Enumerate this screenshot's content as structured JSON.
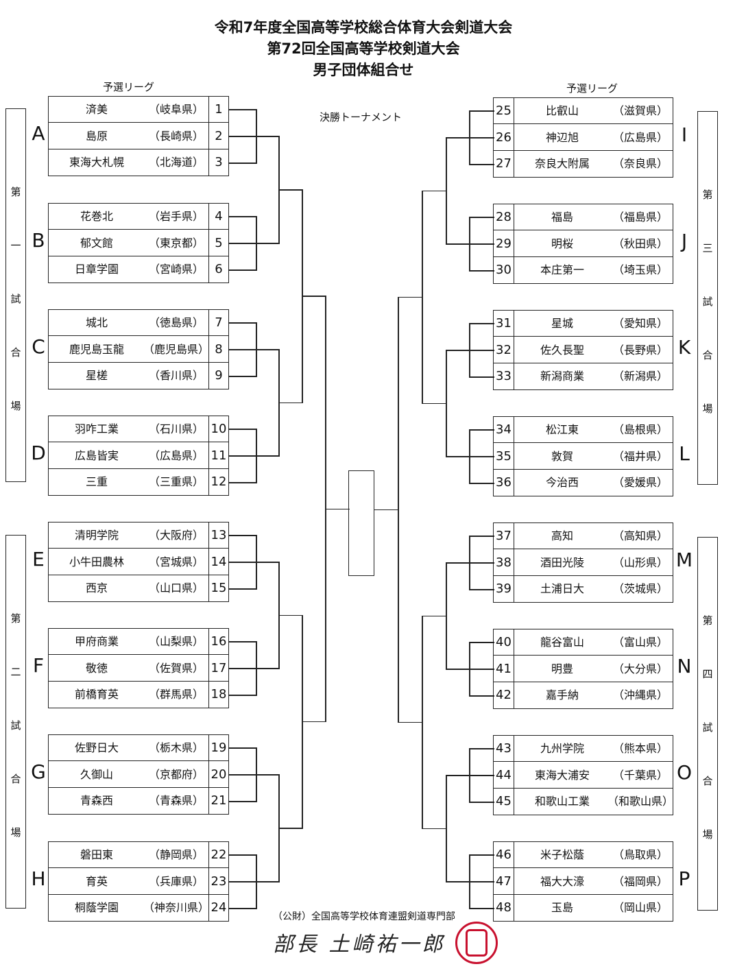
{
  "header": {
    "line1": "令和7年度全国高等学校総合体育大会剣道大会",
    "line2": "第72回全国高等学校剣道大会",
    "line3": "男子団体組合せ",
    "league_left": "予選リーグ",
    "league_right": "予選リーグ",
    "tournament": "決勝トーナメント"
  },
  "venues": {
    "v1": [
      "第",
      "一",
      "試",
      "合",
      "場"
    ],
    "v2": [
      "第",
      "二",
      "試",
      "合",
      "場"
    ],
    "v3": [
      "第",
      "三",
      "試",
      "合",
      "場"
    ],
    "v4": [
      "第",
      "四",
      "試",
      "合",
      "場"
    ]
  },
  "groups_left": [
    {
      "letter": "A",
      "teams": [
        {
          "school": "済美",
          "pref": "（岐阜県）",
          "num": "1"
        },
        {
          "school": "島原",
          "pref": "（長崎県）",
          "num": "2"
        },
        {
          "school": "東海大札幌",
          "pref": "（北海道）",
          "num": "3"
        }
      ]
    },
    {
      "letter": "B",
      "teams": [
        {
          "school": "花巻北",
          "pref": "（岩手県）",
          "num": "4"
        },
        {
          "school": "郁文館",
          "pref": "（東京都）",
          "num": "5"
        },
        {
          "school": "日章学園",
          "pref": "（宮崎県）",
          "num": "6"
        }
      ]
    },
    {
      "letter": "C",
      "teams": [
        {
          "school": "城北",
          "pref": "（徳島県）",
          "num": "7"
        },
        {
          "school": "鹿児島玉龍",
          "pref": "（鹿児島県）",
          "num": "8"
        },
        {
          "school": "星槎",
          "pref": "（香川県）",
          "num": "9"
        }
      ]
    },
    {
      "letter": "D",
      "teams": [
        {
          "school": "羽咋工業",
          "pref": "（石川県）",
          "num": "10"
        },
        {
          "school": "広島皆実",
          "pref": "（広島県）",
          "num": "11"
        },
        {
          "school": "三重",
          "pref": "（三重県）",
          "num": "12"
        }
      ]
    },
    {
      "letter": "E",
      "teams": [
        {
          "school": "清明学院",
          "pref": "（大阪府）",
          "num": "13"
        },
        {
          "school": "小牛田農林",
          "pref": "（宮城県）",
          "num": "14"
        },
        {
          "school": "西京",
          "pref": "（山口県）",
          "num": "15"
        }
      ]
    },
    {
      "letter": "F",
      "teams": [
        {
          "school": "甲府商業",
          "pref": "（山梨県）",
          "num": "16"
        },
        {
          "school": "敬徳",
          "pref": "（佐賀県）",
          "num": "17"
        },
        {
          "school": "前橋育英",
          "pref": "（群馬県）",
          "num": "18"
        }
      ]
    },
    {
      "letter": "G",
      "teams": [
        {
          "school": "佐野日大",
          "pref": "（栃木県）",
          "num": "19"
        },
        {
          "school": "久御山",
          "pref": "（京都府）",
          "num": "20"
        },
        {
          "school": "青森西",
          "pref": "（青森県）",
          "num": "21"
        }
      ]
    },
    {
      "letter": "H",
      "teams": [
        {
          "school": "磐田東",
          "pref": "（静岡県）",
          "num": "22"
        },
        {
          "school": "育英",
          "pref": "（兵庫県）",
          "num": "23"
        },
        {
          "school": "桐蔭学園",
          "pref": "（神奈川県）",
          "num": "24"
        }
      ]
    }
  ],
  "groups_right": [
    {
      "letter": "I",
      "teams": [
        {
          "school": "比叡山",
          "pref": "（滋賀県）",
          "num": "25"
        },
        {
          "school": "神辺旭",
          "pref": "（広島県）",
          "num": "26"
        },
        {
          "school": "奈良大附属",
          "pref": "（奈良県）",
          "num": "27"
        }
      ]
    },
    {
      "letter": "J",
      "teams": [
        {
          "school": "福島",
          "pref": "（福島県）",
          "num": "28"
        },
        {
          "school": "明桜",
          "pref": "（秋田県）",
          "num": "29"
        },
        {
          "school": "本庄第一",
          "pref": "（埼玉県）",
          "num": "30"
        }
      ]
    },
    {
      "letter": "K",
      "teams": [
        {
          "school": "星城",
          "pref": "（愛知県）",
          "num": "31"
        },
        {
          "school": "佐久長聖",
          "pref": "（長野県）",
          "num": "32"
        },
        {
          "school": "新潟商業",
          "pref": "（新潟県）",
          "num": "33"
        }
      ]
    },
    {
      "letter": "L",
      "teams": [
        {
          "school": "松江東",
          "pref": "（島根県）",
          "num": "34"
        },
        {
          "school": "敦賀",
          "pref": "（福井県）",
          "num": "35"
        },
        {
          "school": "今治西",
          "pref": "（愛媛県）",
          "num": "36"
        }
      ]
    },
    {
      "letter": "M",
      "teams": [
        {
          "school": "高知",
          "pref": "（高知県）",
          "num": "37"
        },
        {
          "school": "酒田光陵",
          "pref": "（山形県）",
          "num": "38"
        },
        {
          "school": "土浦日大",
          "pref": "（茨城県）",
          "num": "39"
        }
      ]
    },
    {
      "letter": "N",
      "teams": [
        {
          "school": "龍谷富山",
          "pref": "（富山県）",
          "num": "40"
        },
        {
          "school": "明豊",
          "pref": "（大分県）",
          "num": "41"
        },
        {
          "school": "嘉手納",
          "pref": "（沖縄県）",
          "num": "42"
        }
      ]
    },
    {
      "letter": "O",
      "teams": [
        {
          "school": "九州学院",
          "pref": "（熊本県）",
          "num": "43"
        },
        {
          "school": "東海大浦安",
          "pref": "（千葉県）",
          "num": "44"
        },
        {
          "school": "和歌山工業",
          "pref": "（和歌山県）",
          "num": "45"
        }
      ]
    },
    {
      "letter": "P",
      "teams": [
        {
          "school": "米子松蔭",
          "pref": "（鳥取県）",
          "num": "46"
        },
        {
          "school": "福大大濠",
          "pref": "（福岡県）",
          "num": "47"
        },
        {
          "school": "玉島",
          "pref": "（岡山県）",
          "num": "48"
        }
      ]
    }
  ],
  "footer": {
    "org": "（公財）全国高等学校体育連盟剣道専門部",
    "signature": "部長 土崎祐一郎"
  }
}
